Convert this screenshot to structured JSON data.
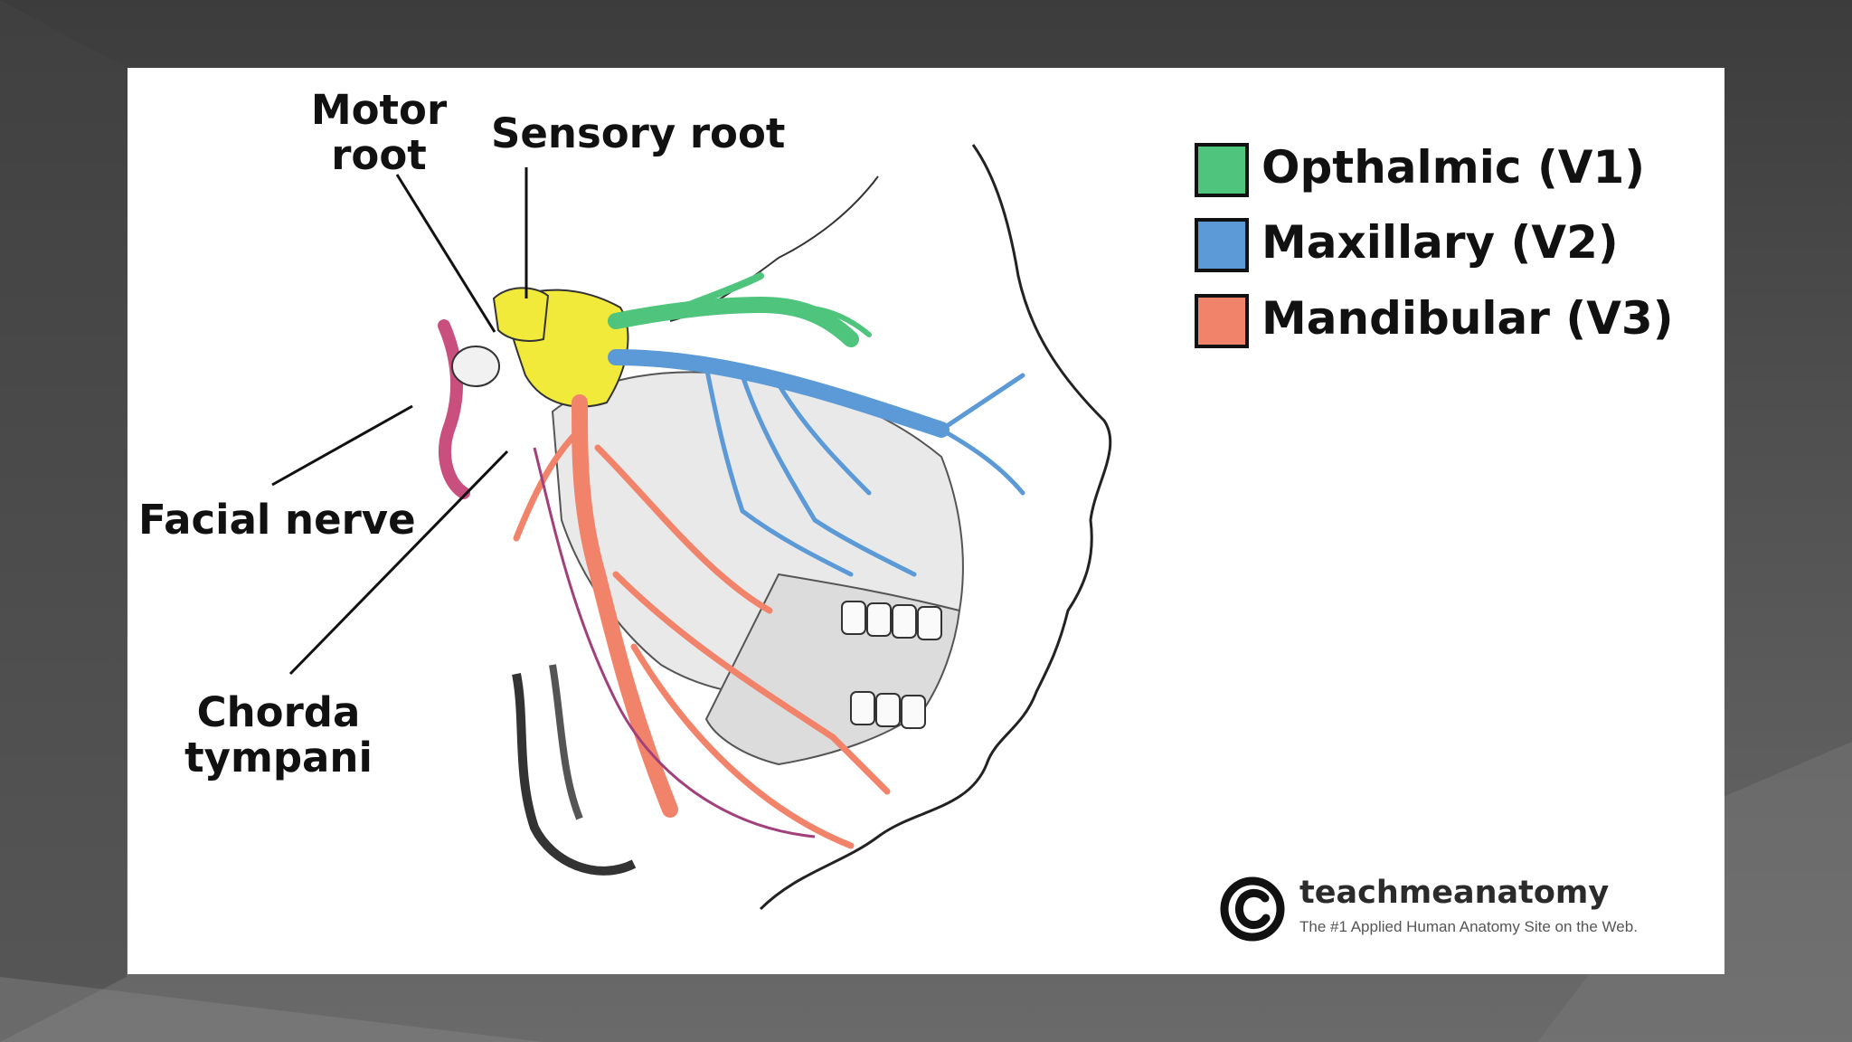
{
  "labels": {
    "motor_root": [
      "Motor",
      "root"
    ],
    "sensory_root": "Sensory root",
    "facial_nerve": "Facial nerve",
    "chorda_tympani": [
      "Chorda",
      "tympani"
    ]
  },
  "legend": [
    {
      "label": "Opthalmic (V1)",
      "color": "#4fc47c"
    },
    {
      "label": "Maxillary (V2)",
      "color": "#5b9ad6"
    },
    {
      "label": "Mandibular (V3)",
      "color": "#f2836b"
    }
  ],
  "colors": {
    "ganglion": "#f2ea3b",
    "facial_nerve": "#c9507e",
    "outline": "#222222"
  },
  "logo": {
    "name": "teachmeanatomy",
    "tagline": "The #1 Applied Human Anatomy Site on the Web.",
    "icon": "copyright-icon"
  }
}
